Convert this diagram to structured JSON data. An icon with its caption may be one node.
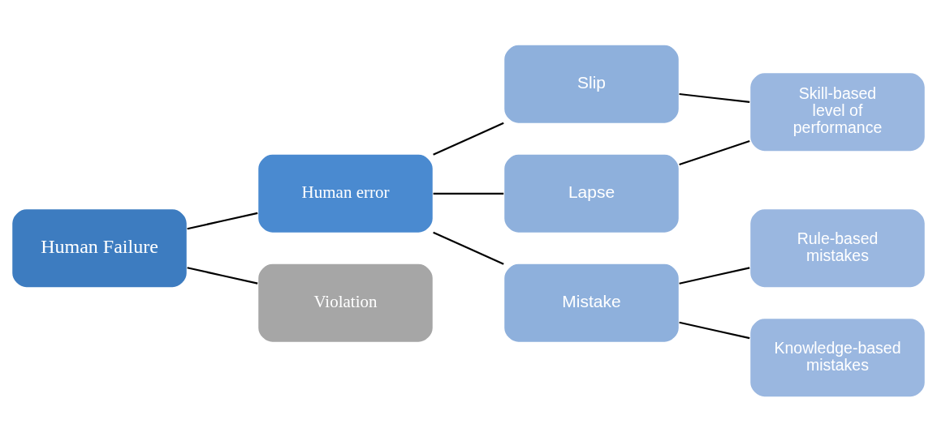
{
  "diagram": {
    "nodes": [
      {
        "text": [
          "Human Failure"
        ]
      },
      {
        "text": [
          "Human error"
        ]
      },
      {
        "text": [
          "Violation"
        ]
      },
      {
        "text": [
          "Slip"
        ]
      },
      {
        "text": [
          "Lapse"
        ]
      },
      {
        "text": [
          "Mistake"
        ]
      },
      {
        "text": [
          "Skill-based level of performance"
        ]
      },
      {
        "text": [
          "Rule-based mistakes"
        ]
      },
      {
        "text": [
          "Knowledge-based mistakes"
        ]
      }
    ],
    "edges": [
      {
        "from": 0,
        "to": 1,
        "arrow": "none"
      },
      {
        "from": 0,
        "to": 2,
        "arrow": "none"
      },
      {
        "from": 1,
        "to": 3,
        "arrow": "none"
      },
      {
        "from": 1,
        "to": 4,
        "arrow": "none"
      },
      {
        "from": 1,
        "to": 5,
        "arrow": "none"
      },
      {
        "from": 3,
        "to": 6,
        "arrow": "none"
      },
      {
        "from": 4,
        "to": 6,
        "arrow": "none"
      },
      {
        "from": 5,
        "to": 7,
        "arrow": "none"
      },
      {
        "from": 5,
        "to": 8,
        "arrow": "none"
      }
    ]
  }
}
